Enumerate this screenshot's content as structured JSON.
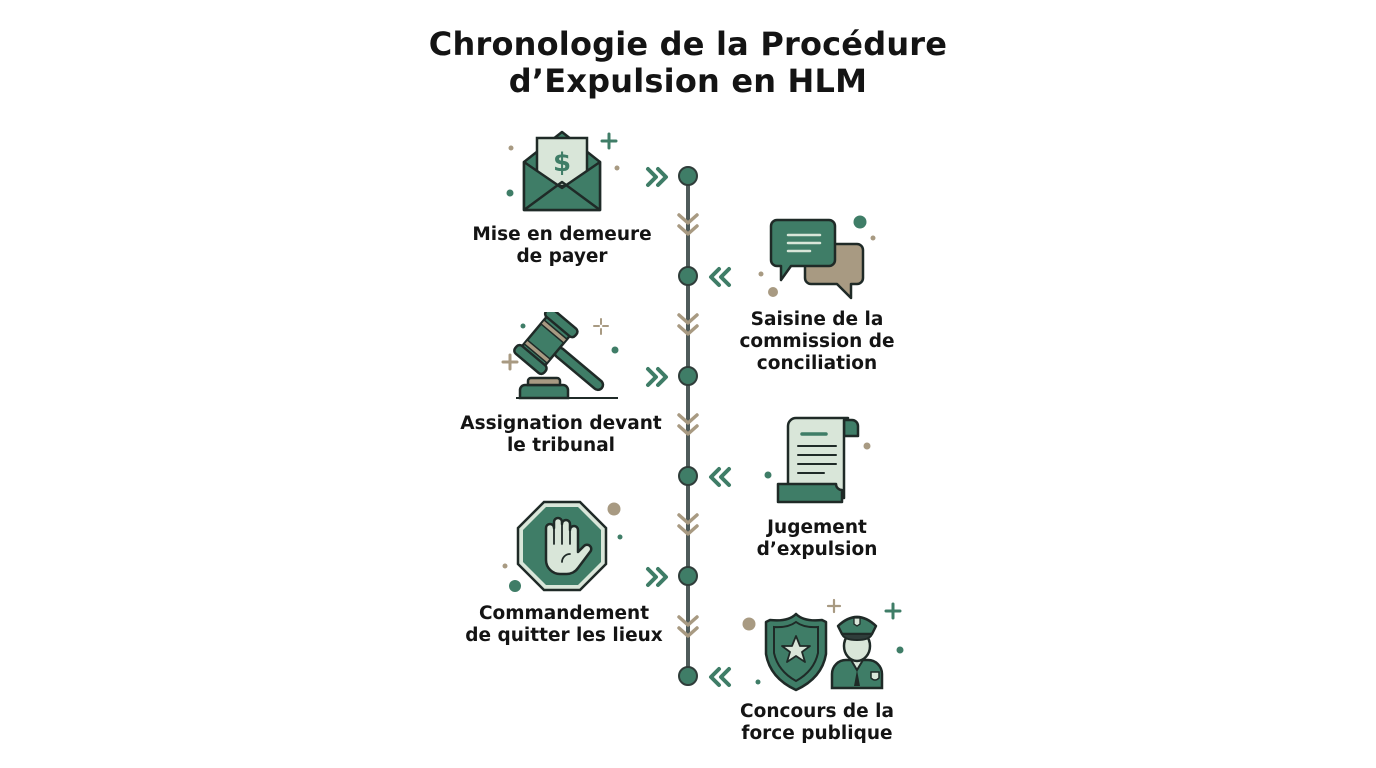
{
  "title": {
    "line1": "Chronologie de la Procédure",
    "line2": "d’Expulsion en HLM"
  },
  "colors": {
    "primary_green": "#3f7d67",
    "light_green": "#d9e6d9",
    "taupe": "#a89a82",
    "outline": "#1f2a27",
    "axis": "#4f5b5a"
  },
  "steps": [
    {
      "order": 1,
      "side": "left",
      "icon": "envelope-dollar-icon",
      "line1": "Mise en demeure",
      "line2": "de payer"
    },
    {
      "order": 2,
      "side": "right",
      "icon": "speech-bubbles-icon",
      "line1": "Saisine de la",
      "line2": "commission de",
      "line3": "conciliation"
    },
    {
      "order": 3,
      "side": "left",
      "icon": "gavel-icon",
      "line1": "Assignation devant",
      "line2": "le tribunal"
    },
    {
      "order": 4,
      "side": "right",
      "icon": "scroll-document-icon",
      "line1": "Jugement",
      "line2": "d’expulsion"
    },
    {
      "order": 5,
      "side": "left",
      "icon": "stop-hand-icon",
      "line1": "Commandement",
      "line2": "de quitter les lieux"
    },
    {
      "order": 6,
      "side": "right",
      "icon": "police-badge-officer-icon",
      "line1": "Concours de la",
      "line2": "force publique"
    }
  ]
}
